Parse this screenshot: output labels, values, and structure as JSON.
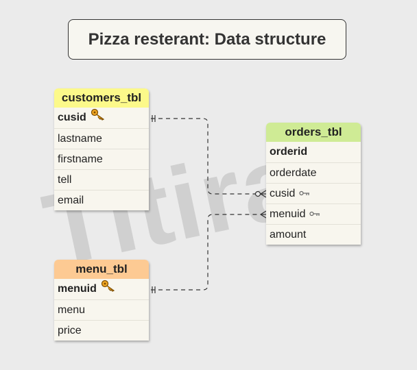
{
  "title": "Pizza resterant: Data structure",
  "watermark": "Titirat",
  "colors": {
    "background": "#ebebeb",
    "customers_header": "#fcf98a",
    "orders_header": "#cfeb95",
    "menu_header": "#fdca93",
    "row_bg": "#f8f6ee"
  },
  "tables": {
    "customers": {
      "name": "customers_tbl",
      "fields": [
        {
          "label": "cusid",
          "key": "primary",
          "icon": "key-icon"
        },
        {
          "label": "lastname"
        },
        {
          "label": "firstname"
        },
        {
          "label": "tell"
        },
        {
          "label": "email"
        }
      ]
    },
    "orders": {
      "name": "orders_tbl",
      "fields": [
        {
          "label": "orderid",
          "key": "primary"
        },
        {
          "label": "orderdate"
        },
        {
          "label": "cusid",
          "key": "foreign",
          "icon": "foreign-key-icon"
        },
        {
          "label": "menuid",
          "key": "foreign",
          "icon": "foreign-key-icon"
        },
        {
          "label": "amount"
        }
      ]
    },
    "menu": {
      "name": "menu_tbl",
      "fields": [
        {
          "label": "menuid",
          "key": "primary",
          "icon": "key-icon"
        },
        {
          "label": "menu"
        },
        {
          "label": "price"
        }
      ]
    }
  },
  "relationships": [
    {
      "from": "customers_tbl.cusid",
      "to": "orders_tbl.cusid",
      "from_cardinality": "one",
      "to_cardinality": "zero-or-many"
    },
    {
      "from": "menu_tbl.menuid",
      "to": "orders_tbl.menuid",
      "from_cardinality": "one",
      "to_cardinality": "many"
    }
  ]
}
